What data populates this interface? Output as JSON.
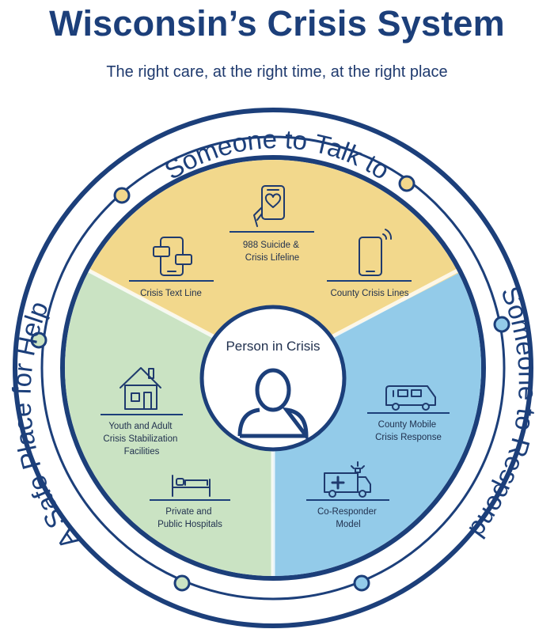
{
  "header": {
    "title": "Wisconsin’s Crisis System",
    "subtitle": "The right care, at the right time, at the right place"
  },
  "ring": {
    "top": "Someone to Talk to",
    "right": "Someone to Respond",
    "left": "A Safe Place for Help"
  },
  "center": {
    "label": "Person in Crisis"
  },
  "sections": {
    "talk": {
      "lifeline": [
        "988 Suicide &",
        "Crisis Lifeline"
      ],
      "text_line": [
        "Crisis Text Line"
      ],
      "county_lines": [
        "County Crisis Lines"
      ]
    },
    "respond": {
      "mobile": [
        "County Mobile",
        "Crisis Response"
      ],
      "co_responder": [
        "Co-Responder",
        "Model"
      ]
    },
    "place": {
      "stabilization": [
        "Youth and Adult",
        "Crisis Stabilization",
        "Facilities"
      ],
      "hospitals": [
        "Private and",
        "Public Hospitals"
      ]
    }
  },
  "colors": {
    "navy": "#1c3f7a",
    "talk": "#f2d88c",
    "respond": "#93cbe9",
    "place": "#cae3c3"
  },
  "icons": [
    "phone-heart-icon",
    "chat-phone-icon",
    "phone-signal-icon",
    "house-icon",
    "bed-icon",
    "van-icon",
    "ambulance-icon",
    "person-icon"
  ]
}
